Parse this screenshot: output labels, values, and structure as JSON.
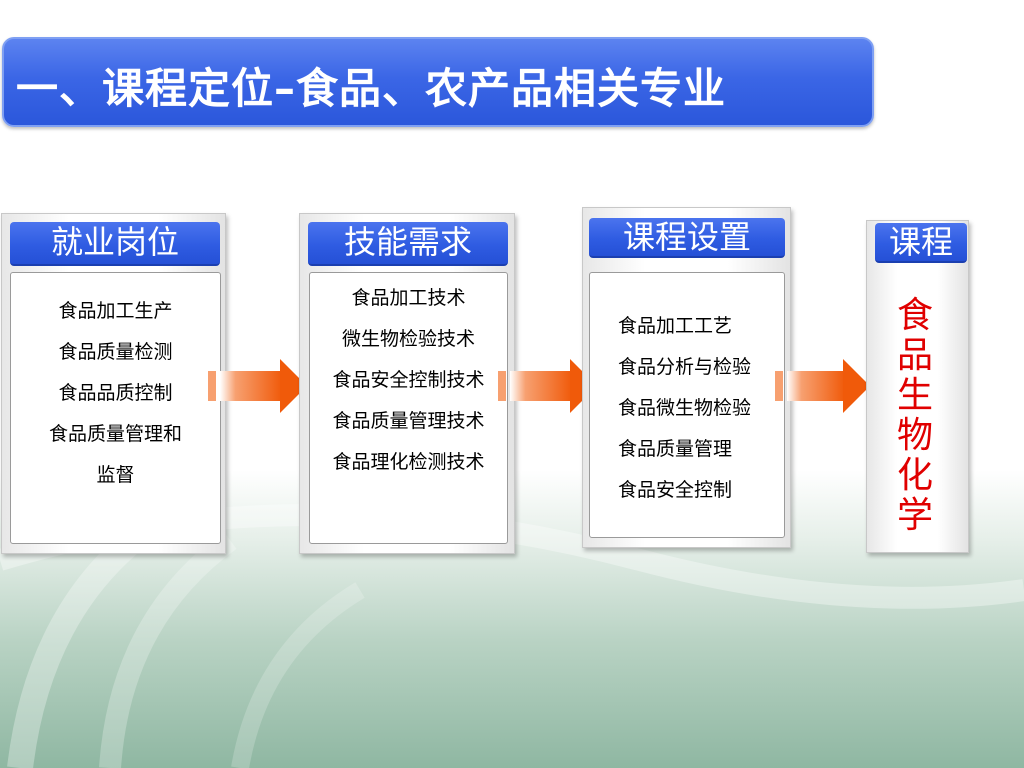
{
  "title": "一、课程定位–食品、农产品相关专业",
  "columns": [
    {
      "header": "就业岗位",
      "items": [
        "食品加工生产",
        "食品质量检测",
        "食品品质控制",
        "食品质量管理和",
        "监督"
      ]
    },
    {
      "header": "技能需求",
      "items": [
        "食品加工技术",
        "微生物检验技术",
        "食品安全控制技术",
        "食品质量管理技术",
        "食品理化检测技术"
      ]
    },
    {
      "header": "课程设置",
      "items": [
        "食品加工工艺",
        "食品分析与检验",
        "食品微生物检验",
        "食品质量管理",
        "食品安全控制"
      ]
    }
  ],
  "course": {
    "header": "课程",
    "name_chars": [
      "食",
      "品",
      "生",
      "物",
      "化",
      "学"
    ]
  },
  "colors": {
    "title_blue": "#3b66e6",
    "arrow_orange": "#f05a0a",
    "course_red": "#e00000"
  },
  "icons": [
    "arrow-right-icon"
  ]
}
